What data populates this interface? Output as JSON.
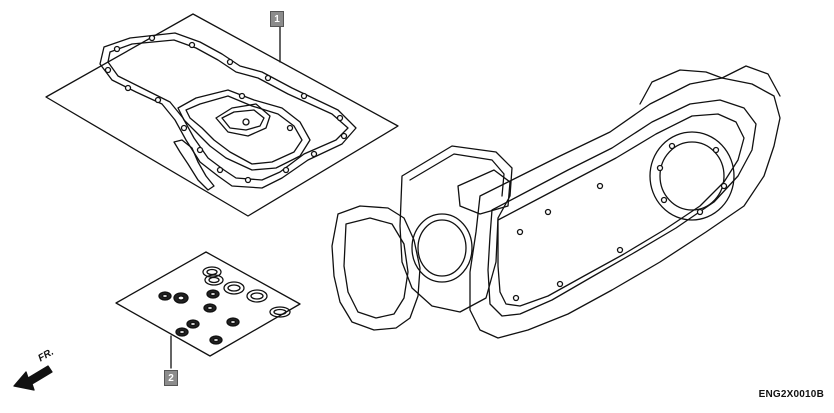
{
  "callouts": [
    {
      "id": "1",
      "label": "1"
    },
    {
      "id": "2",
      "label": "2"
    }
  ],
  "drawing_code": "ENG2X0010B",
  "direction_indicator": {
    "label": "FR."
  },
  "icons": [
    "forward-arrow-icon"
  ]
}
